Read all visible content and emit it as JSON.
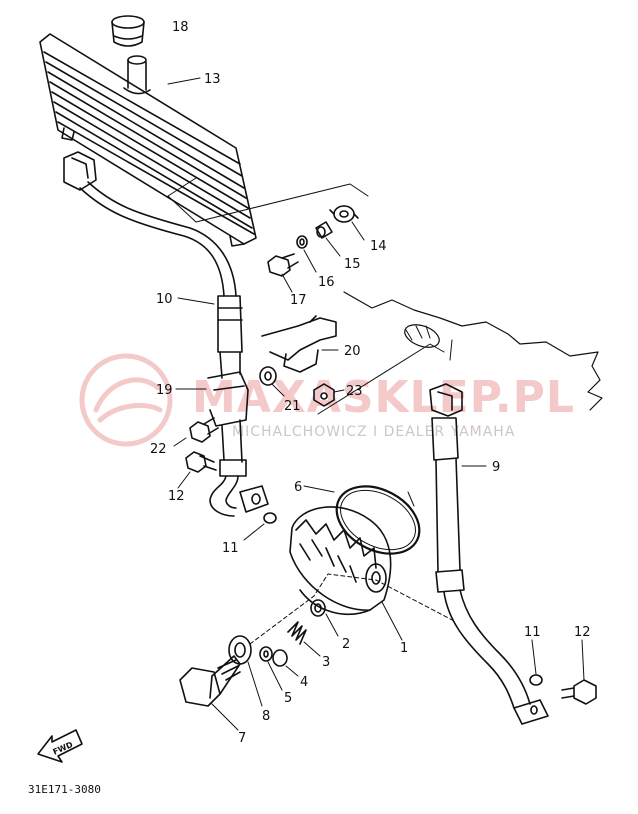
{
  "diagram": {
    "code": "31E171-3080",
    "fwd_label": "FWD",
    "watermark": {
      "main": "MAXASKLEP.PL",
      "sub": "MICHALCHOWICZ I DEALER YAMAHA"
    },
    "part_labels": [
      {
        "id": "p18",
        "text": "18"
      },
      {
        "id": "p13",
        "text": "13"
      },
      {
        "id": "p14",
        "text": "14"
      },
      {
        "id": "p15",
        "text": "15"
      },
      {
        "id": "p16",
        "text": "16"
      },
      {
        "id": "p17",
        "text": "17"
      },
      {
        "id": "p10",
        "text": "10"
      },
      {
        "id": "p20",
        "text": "20"
      },
      {
        "id": "p19",
        "text": "19"
      },
      {
        "id": "p21",
        "text": "21"
      },
      {
        "id": "p23",
        "text": "23"
      },
      {
        "id": "p22",
        "text": "22"
      },
      {
        "id": "p12a",
        "text": "12"
      },
      {
        "id": "p9",
        "text": "9"
      },
      {
        "id": "p6",
        "text": "6"
      },
      {
        "id": "p11a",
        "text": "11"
      },
      {
        "id": "p1",
        "text": "1"
      },
      {
        "id": "p2",
        "text": "2"
      },
      {
        "id": "p3",
        "text": "3"
      },
      {
        "id": "p4",
        "text": "4"
      },
      {
        "id": "p5",
        "text": "5"
      },
      {
        "id": "p8",
        "text": "8"
      },
      {
        "id": "p7",
        "text": "7"
      },
      {
        "id": "p11b",
        "text": "11"
      },
      {
        "id": "p12b",
        "text": "12"
      }
    ]
  }
}
